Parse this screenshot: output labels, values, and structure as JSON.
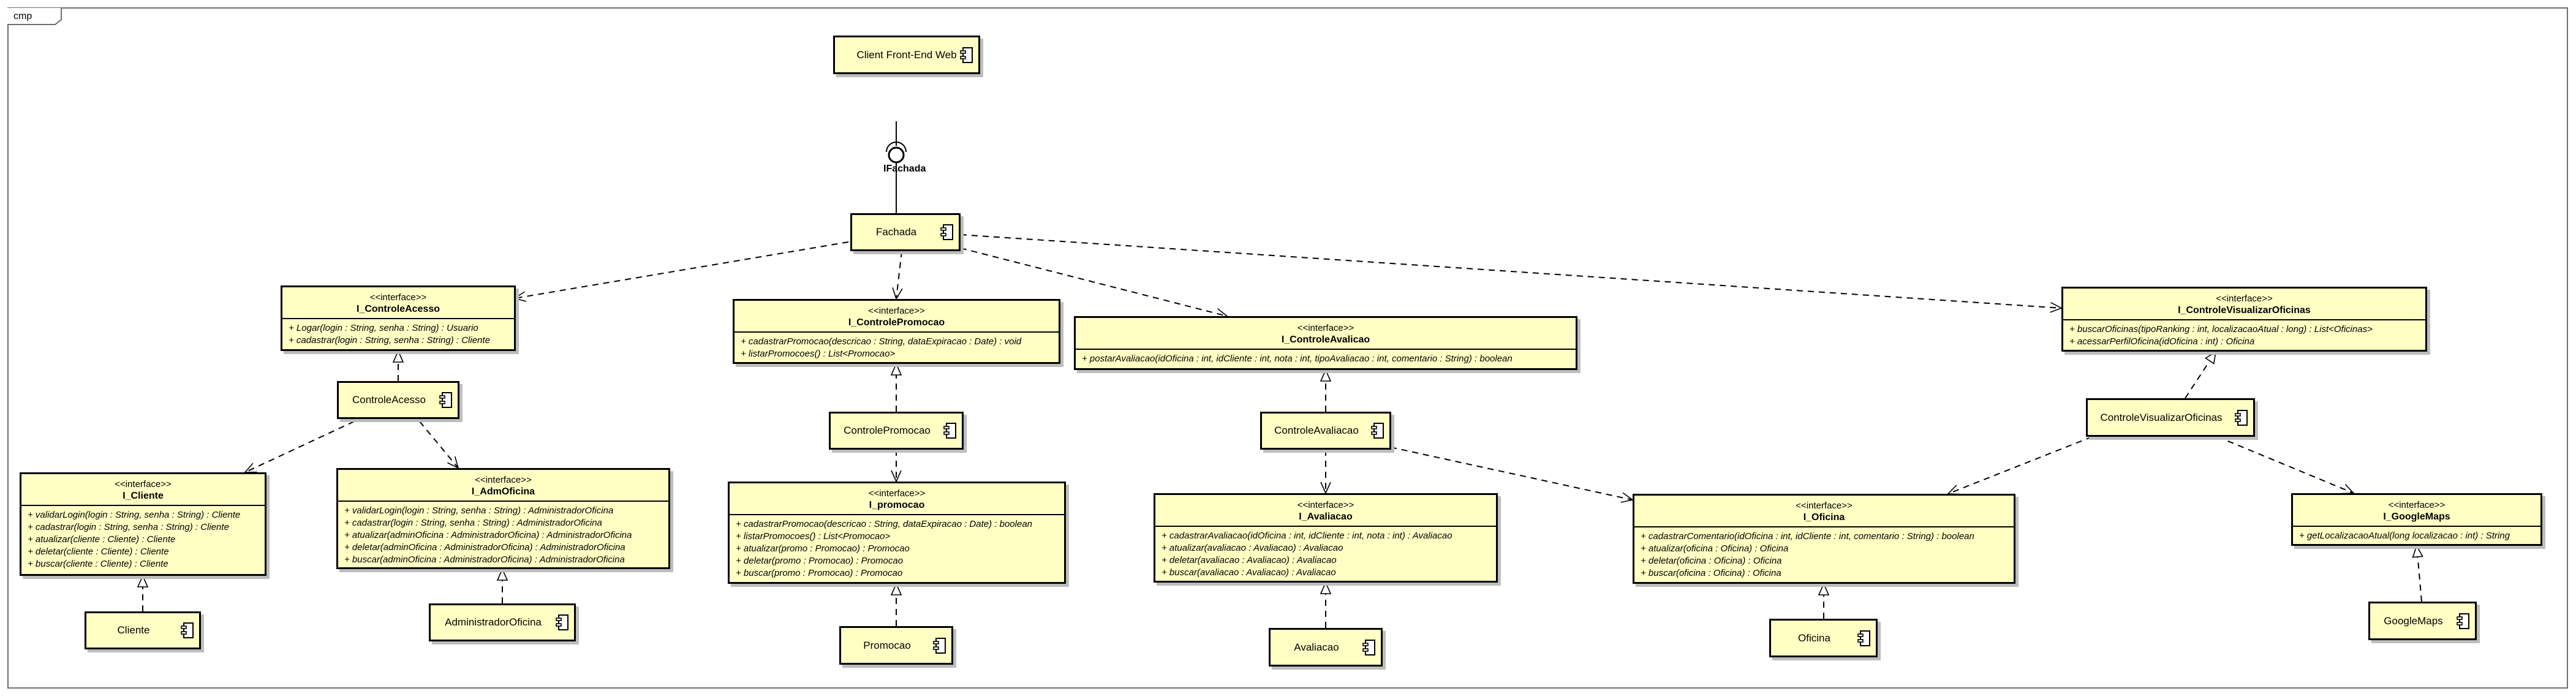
{
  "frame_label": "cmp",
  "provided_interface_label": "IFachada",
  "components": {
    "client": "Client Front-End Web",
    "fachada": "Fachada",
    "controle_acesso": "ControleAcesso",
    "controle_promocao": "ControlePromocao",
    "controle_avaliacao": "ControleAvaliacao",
    "controle_visualizar": "ControleVisualizarOficinas",
    "cliente": "Cliente",
    "administrador_oficina": "AdministradorOficina",
    "promocao": "Promocao",
    "avaliacao": "Avaliacao",
    "oficina": "Oficina",
    "google_maps": "GoogleMaps"
  },
  "interfaces": {
    "controle_acesso": {
      "stereotype": "<<interface>>",
      "name": "I_ControleAcesso",
      "ops": [
        "+ Logar(login : String, senha : String) : Usuario",
        "+ cadastrar(login : String, senha : String) : Cliente"
      ]
    },
    "controle_promocao": {
      "stereotype": "<<interface>>",
      "name": "I_ControlePromocao",
      "ops": [
        "+ cadastrarPromocao(descricao : String, dataExpiracao : Date) : void",
        "+ listarPromocoes() : List<Promocao>"
      ]
    },
    "controle_avaliacao": {
      "stereotype": "<<interface>>",
      "name": "I_ControleAvalicao",
      "ops": [
        "+ postarAvaliacao(idOficina : int, idCliente : int, nota : int, tipoAvaliacao : int, comentario : String) : boolean"
      ]
    },
    "controle_visualizar": {
      "stereotype": "<<interface>>",
      "name": "I_ControleVisualizarOficinas",
      "ops": [
        "+ buscarOficinas(tipoRanking : int, localizacaoAtual : long) : List<Oficinas>",
        "+ acessarPerfilOficina(idOficina : int) : Oficina"
      ]
    },
    "cliente": {
      "stereotype": "<<interface>>",
      "name": "I_Cliente",
      "ops": [
        "+ validarLogin(login : String, senha : String) : Cliente",
        "+ cadastrar(login : String, senha : String) : Cliente",
        "+ atualizar(cliente : Cliente) : Cliente",
        "+ deletar(cliente : Cliente) : Cliente",
        "+ buscar(cliente : Cliente) : Cliente"
      ]
    },
    "adm_oficina": {
      "stereotype": "<<interface>>",
      "name": "I_AdmOficina",
      "ops": [
        "+ validarLogin(login : String, senha : String) : AdministradorOficina",
        "+ cadastrar(login : String, senha : String) : AdministradorOficina",
        "+ atualizar(adminOficina : AdministradorOficina) : AdministradorOficina",
        "+ deletar(adminOficina : AdministradorOficina) : AdministradorOficina",
        "+ buscar(adminOficina : AdministradorOficina) : AdministradorOficina"
      ]
    },
    "promocao": {
      "stereotype": "<<interface>>",
      "name": "I_promocao",
      "ops": [
        "+ cadastrarPromocao(descricao : String, dataExpiracao : Date) : boolean",
        "+ listarPromocoes() : List<Promocao>",
        "+ atualizar(promo : Promocao) : Promocao",
        "+ deletar(promo : Promocao) : Promocao",
        "+ buscar(promo : Promocao) : Promocao"
      ]
    },
    "avaliacao": {
      "stereotype": "<<interface>>",
      "name": "I_Avaliacao",
      "ops": [
        "+ cadastrarAvaliacao(idOficina : int, idCliente : int, nota : int) : Avaliacao",
        "+ atualizar(avaliacao : Avaliacao) : Avaliacao",
        "+ deletar(avaliacao : Avaliacao) : Avaliacao",
        "+ buscar(avaliacao : Avaliacao) : Avaliacao"
      ]
    },
    "oficina": {
      "stereotype": "<<interface>>",
      "name": "I_Oficina",
      "ops": [
        "+ cadastrarComentario(idOficina : int, idCliente : int, comentario : String) : boolean",
        "+ atualizar(oficina : Oficina) : Oficina",
        "+ deletar(oficina : Oficina) : Oficina",
        "+ buscar(oficina : Oficina) : Oficina"
      ]
    },
    "google_maps": {
      "stereotype": "<<interface>>",
      "name": "I_GoogleMaps",
      "ops": [
        "+ getLocalizacaoAtual(long localizacao : int) : String"
      ]
    }
  },
  "colors": {
    "element_fill": "#ffffc4",
    "element_border": "#000000",
    "shadow": "#bdbdbd",
    "frame_border": "#6e6e6e"
  }
}
